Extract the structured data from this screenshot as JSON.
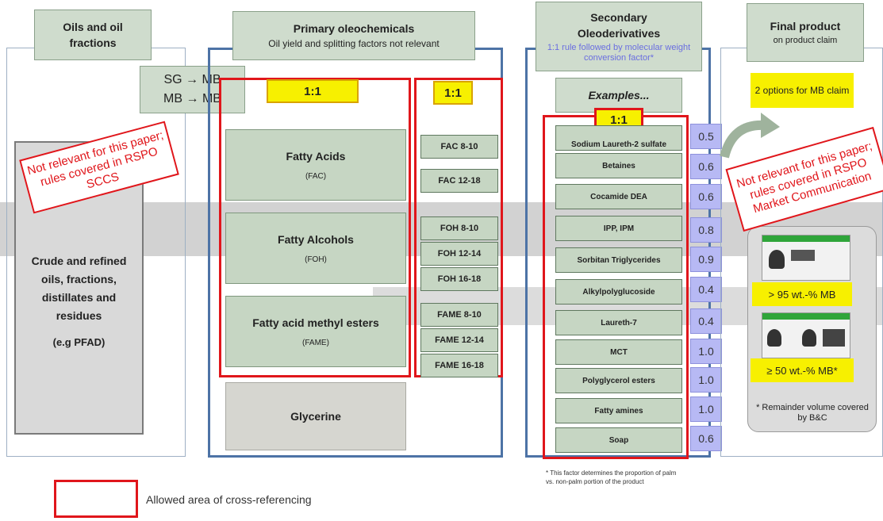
{
  "col1": {
    "header": "Oils and oil fractions",
    "content_title": "Crude and refined oils, fractions, distillates and residues",
    "content_example": "(e.g PFAD)"
  },
  "conversion": {
    "line1": "SG → MB",
    "line2": "MB → MB"
  },
  "col2": {
    "header_title": "Primary oleochemicals",
    "header_sub": "Oil yield and splitting factors not relevant",
    "ratio_main": "1:1",
    "ratio_sub": "1:1",
    "groups": [
      {
        "name": "Fatty Acids",
        "abbr": "(FAC)"
      },
      {
        "name": "Fatty Alcohols",
        "abbr": "(FOH)"
      },
      {
        "name": "Fatty acid methyl esters",
        "abbr": "(FAME)"
      }
    ],
    "subitems": [
      "FAC 8-10",
      "FAC 12-18",
      "FOH 8-10",
      "FOH 12-14",
      "FOH 16-18",
      "FAME 8-10",
      "FAME 12-14",
      "FAME 16-18"
    ],
    "glycerine": "Glycerine"
  },
  "col3": {
    "header_title": "Secondary Oleoderivatives",
    "header_sub": "1:1 rule followed by molecular weight conversion factor*",
    "examples": "Examples...",
    "ratio": "1:1",
    "items": [
      {
        "name": "Sodium Laureth-2 sulfate",
        "factor": "0.5"
      },
      {
        "name": "Betaines",
        "factor": "0.6"
      },
      {
        "name": "Cocamide DEA",
        "factor": "0.6"
      },
      {
        "name": "IPP, IPM",
        "factor": "0.8"
      },
      {
        "name": "Sorbitan Triglycerides",
        "factor": "0.9"
      },
      {
        "name": "Alkylpolyglucoside",
        "factor": "0.4"
      },
      {
        "name": "Laureth-7",
        "factor": "0.4"
      },
      {
        "name": "MCT",
        "factor": "1.0"
      },
      {
        "name": "Polyglycerol esters",
        "factor": "1.0"
      },
      {
        "name": "Fatty amines",
        "factor": "1.0"
      },
      {
        "name": "Soap",
        "factor": "0.6"
      }
    ],
    "footnote": "* This factor determines the proportion of palm vs. non-palm portion of the product"
  },
  "col4": {
    "header_title": "Final product",
    "header_sub": "on product claim",
    "options": "2 options for MB claim",
    "claim1": "> 95 wt.-% MB",
    "claim2": "≥ 50 wt.-% MB*",
    "remainder": "* Remainder volume covered by B&C"
  },
  "stamps": {
    "left": "Not relevant for this paper; rules covered in RSPO SCCS",
    "right": "Not relevant for this paper; rules covered in RSPO Market Communication"
  },
  "legend": {
    "label": "Allowed area of cross-referencing"
  },
  "colors": {
    "red": "#e0161b",
    "blue": "#4d73a6",
    "green": "#c6d6c3",
    "yellow": "#f7f000",
    "factor": "#b7b9f4"
  }
}
